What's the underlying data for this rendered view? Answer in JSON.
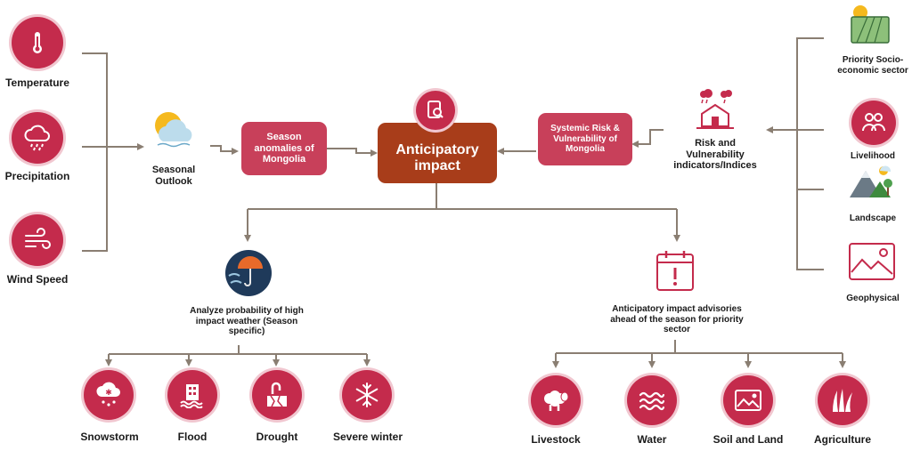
{
  "center": {
    "title": "Anticipatory impact"
  },
  "left_inputs": [
    {
      "label": "Temperature",
      "icon": "thermometer-icon"
    },
    {
      "label": "Precipitation",
      "icon": "rain-cloud-icon"
    },
    {
      "label": "Wind Speed",
      "icon": "wind-icon"
    }
  ],
  "seasonal_outlook": {
    "label": "Seasonal Outlook",
    "icon": "sun-cloud-icon"
  },
  "season_anomalies": {
    "label": "Season anomalies of Mongolia"
  },
  "systemic_risk": {
    "label": "Systemic Risk & Vulnerability of Mongolia"
  },
  "risk_indicators": {
    "label": "Risk and Vulnerability indicators/Indices",
    "icon": "house-storm-icon"
  },
  "right_inputs": [
    {
      "label": "Priority Socio-economic sector",
      "icon": "farm-field-icon"
    },
    {
      "label": "Livelihood",
      "icon": "people-icon"
    },
    {
      "label": "Landscape",
      "icon": "mountain-icon"
    },
    {
      "label": "Geophysical",
      "icon": "terrain-image-icon"
    }
  ],
  "analyze": {
    "label": "Analyze probability of high impact weather (Season specific)",
    "icon": "umbrella-storm-icon"
  },
  "advisories": {
    "label": "Anticipatory impact advisories ahead of the season for priority sector",
    "icon": "calendar-alert-icon"
  },
  "hazards": [
    {
      "label": "Snowstorm",
      "icon": "snow-cloud-icon"
    },
    {
      "label": "Flood",
      "icon": "flood-icon"
    },
    {
      "label": "Drought",
      "icon": "drought-icon"
    },
    {
      "label": "Severe winter",
      "icon": "snowflake-icon"
    }
  ],
  "sectors": [
    {
      "label": "Livestock",
      "icon": "sheep-icon"
    },
    {
      "label": "Water",
      "icon": "water-waves-icon"
    },
    {
      "label": "Soil and Land",
      "icon": "landscape-image-icon"
    },
    {
      "label": "Agriculture",
      "icon": "grass-icon"
    }
  ],
  "colors": {
    "primary": "#c42b4c",
    "center_box": "#a83d1a",
    "connector": "#8a7e72",
    "ring": "#f1c7d0"
  }
}
